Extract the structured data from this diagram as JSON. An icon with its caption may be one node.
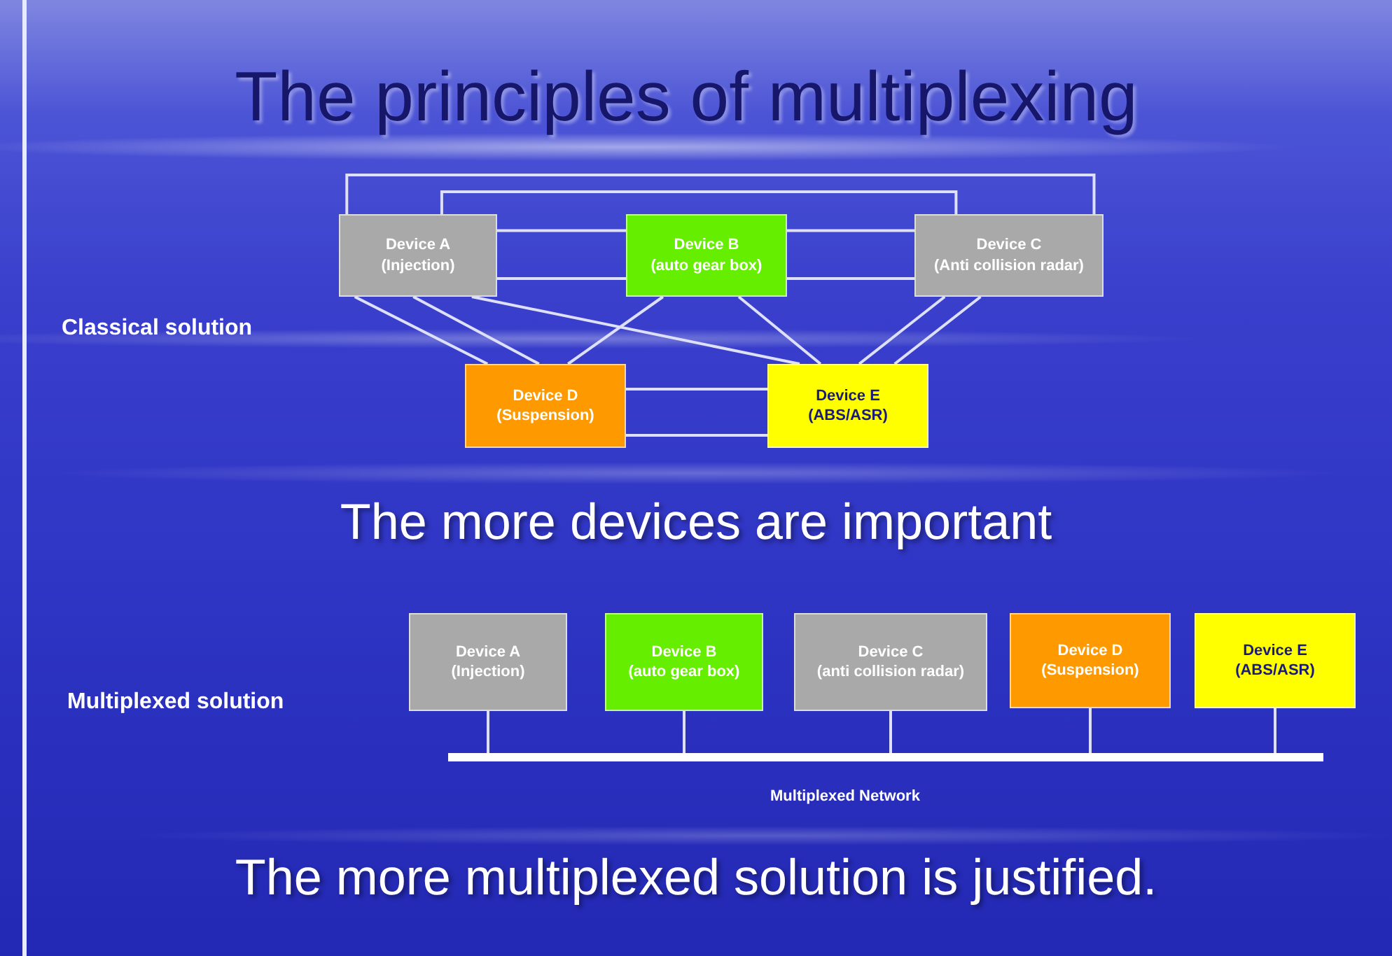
{
  "diagram": {
    "title": "The principles of multiplexing",
    "nodes": [
      {
        "text": [
          "Device A",
          "(Injection)"
        ]
      },
      {
        "text": [
          "Device B",
          "(auto gear box)"
        ]
      },
      {
        "text": [
          "Device C",
          "(Anti collision radar)"
        ]
      },
      {
        "text": [
          "Device D",
          "(Suspension)"
        ]
      },
      {
        "text": [
          "Device E",
          "(ABS/ASR)"
        ]
      },
      {
        "text": [
          "Device A",
          "(Injection)"
        ]
      },
      {
        "text": [
          "Device B",
          "(auto gear box)"
        ]
      },
      {
        "text": [
          "Device C",
          "(anti collision radar)"
        ]
      },
      {
        "text": [
          "Device D",
          "(Suspension)"
        ]
      },
      {
        "text": [
          "Device E",
          "(ABS/ASR)"
        ]
      },
      {
        "text": [],
        "shape": "bar",
        "beside": [
          "Multiplexed Network"
        ]
      }
    ],
    "edges": [
      {
        "from": 0,
        "to": 2,
        "arrow": "none"
      },
      {
        "from": 0,
        "to": 2,
        "arrow": "none"
      },
      {
        "from": 0,
        "to": 1,
        "arrow": "none"
      },
      {
        "from": 0,
        "to": 1,
        "arrow": "none"
      },
      {
        "from": 1,
        "to": 2,
        "arrow": "none"
      },
      {
        "from": 1,
        "to": 2,
        "arrow": "none"
      },
      {
        "from": 0,
        "to": 3,
        "arrow": "none"
      },
      {
        "from": 0,
        "to": 3,
        "arrow": "none"
      },
      {
        "from": 0,
        "to": 4,
        "arrow": "none"
      },
      {
        "from": 1,
        "to": 3,
        "arrow": "none"
      },
      {
        "from": 1,
        "to": 4,
        "arrow": "none"
      },
      {
        "from": 2,
        "to": 4,
        "arrow": "none"
      },
      {
        "from": 2,
        "to": 4,
        "arrow": "none"
      },
      {
        "from": 3,
        "to": 4,
        "arrow": "none"
      },
      {
        "from": 3,
        "to": 4,
        "arrow": "none"
      },
      {
        "from": 5,
        "to": 10,
        "arrow": "none"
      },
      {
        "from": 6,
        "to": 10,
        "arrow": "none"
      },
      {
        "from": 7,
        "to": 10,
        "arrow": "none"
      },
      {
        "from": 8,
        "to": 10,
        "arrow": "none"
      },
      {
        "from": 9,
        "to": 10,
        "arrow": "none"
      }
    ],
    "labels": [
      "Classical solution",
      "The more devices are important",
      "Multiplexed solution",
      "The more multiplexed solution is justified."
    ]
  }
}
